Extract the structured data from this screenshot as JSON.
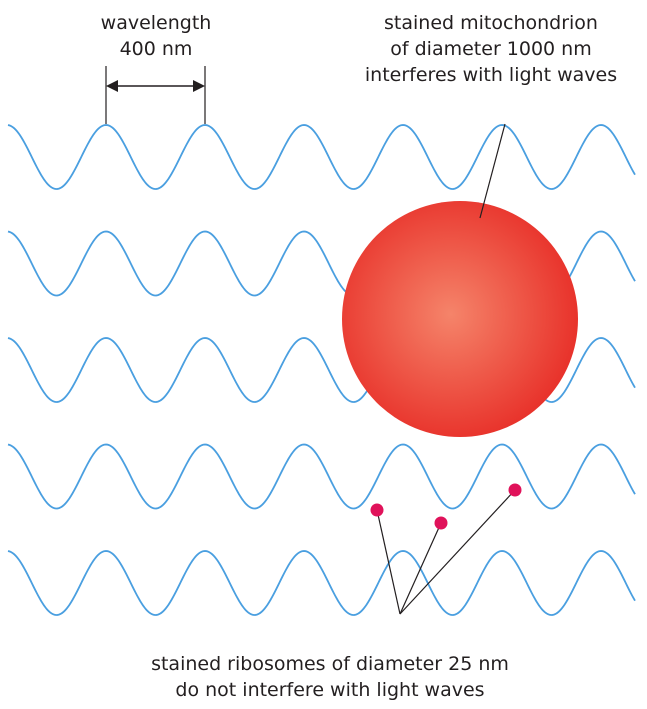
{
  "labels": {
    "wavelength": [
      "wavelength",
      "400 nm"
    ],
    "mitochondrion": [
      "stained mitochondrion",
      "of diameter 1000 nm",
      "interferes with light waves"
    ],
    "ribosomes": [
      "stained ribosomes of diameter 25 nm",
      "do not interfere with light waves"
    ]
  },
  "colors": {
    "wave": "#4a9fe0",
    "mitochondrion_center": "#f5846a",
    "mitochondrion_edge": "#e8312a",
    "ribosome": "#e0125a",
    "line": "#231f20"
  },
  "wave_count": 5
}
